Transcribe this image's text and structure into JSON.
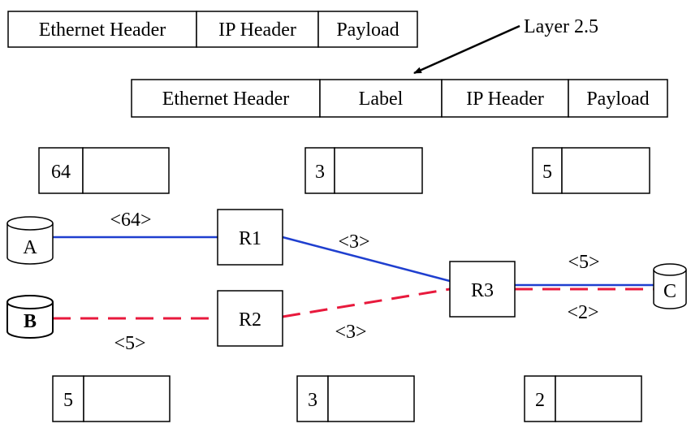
{
  "headers": {
    "ip_frame": [
      "Ethernet Header",
      "IP Header",
      "Payload"
    ],
    "mpls_frame": [
      "Ethernet Header",
      "Label",
      "IP Header",
      "Payload"
    ],
    "layer_note": "Layer 2.5"
  },
  "label_tables": {
    "top": [
      "64",
      "3",
      "5"
    ],
    "bottom": [
      "5",
      "3",
      "2"
    ]
  },
  "nodes": {
    "hosts": {
      "a": "A",
      "b": "B",
      "c": "C"
    },
    "routers": {
      "r1": "R1",
      "r2": "R2",
      "r3": "R3"
    }
  },
  "links": {
    "blue_path": {
      "a_r1": "<64>",
      "r1_r3": "<3>",
      "r3_c": "<5>",
      "color": "#1f3fcf"
    },
    "red_path": {
      "b_r2": "<5>",
      "r2_r3": "<3>",
      "r3_c": "<2>",
      "color": "#e8193c"
    }
  }
}
